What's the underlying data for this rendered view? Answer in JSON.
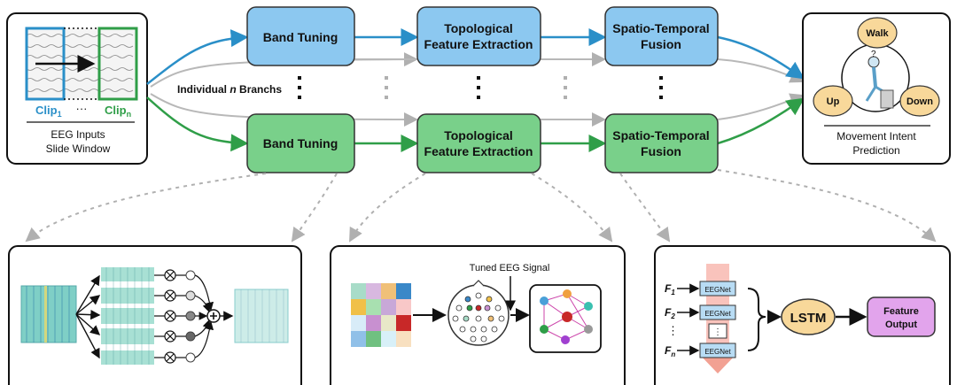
{
  "inputs": {
    "clip_first": "Clip",
    "clip_first_sub": "1",
    "clip_dots": "···",
    "clip_last": "Clip",
    "clip_last_sub": "n",
    "caption_line1": "EEG Inputs",
    "caption_line2": "Slide Window"
  },
  "pipeline": {
    "band_tuning": "Band Tuning",
    "topo_line1": "Topological",
    "topo_line2": "Feature Extraction",
    "fusion_line1": "Spatio-Temporal",
    "fusion_line2": "Fusion",
    "branches_prefix": "Individual",
    "branches_var": "n",
    "branches_suffix": "Branchs"
  },
  "output": {
    "walk": "Walk",
    "up": "Up",
    "down": "Down",
    "caption_line1": "Movement Intent",
    "caption_line2": "Prediction"
  },
  "detail_topo": {
    "signal_label": "Tuned EEG Signal"
  },
  "detail_fusion": {
    "f1": "F",
    "f1_sub": "1",
    "f2": "F",
    "f2_sub": "2",
    "fdots": "⋮",
    "fn": "F",
    "fn_sub": "n",
    "eegnet": "EEGNet",
    "lstm": "LSTM",
    "feature_line1": "Feature",
    "feature_line2": "Output"
  },
  "colors": {
    "blue_fill": "#8cc8f0",
    "blue_stroke": "#2a8fc8",
    "green_fill": "#79d08a",
    "green_stroke": "#2f9e48",
    "orange_fill": "#f8d89a",
    "purple_fill": "#e2a4ec"
  }
}
